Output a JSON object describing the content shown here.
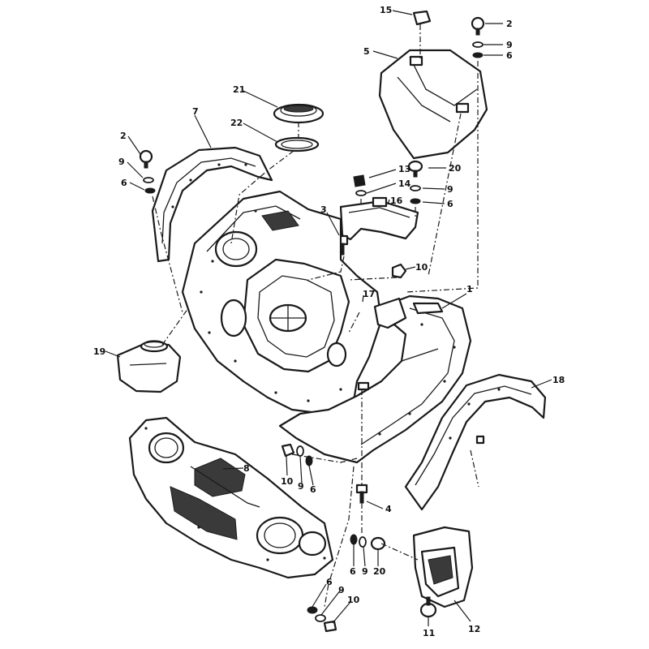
{
  "diagram": {
    "callouts": {
      "c15": "15",
      "c2a": "2",
      "c9a": "9",
      "c6a": "6",
      "c5": "5",
      "c21": "21",
      "c22": "22",
      "c7": "7",
      "c2b": "2",
      "c9b": "9",
      "c6b": "6",
      "c13": "13",
      "c14": "14",
      "c16": "16",
      "c20a": "20",
      "c9c": "9",
      "c6c": "6",
      "c3": "3",
      "c10a": "10",
      "c17": "17",
      "c1": "1",
      "c19": "19",
      "c18": "18",
      "c8": "8",
      "c10b": "10",
      "c9d": "9",
      "c6d": "6",
      "c4": "4",
      "c6e": "6",
      "c9e": "9",
      "c20b": "20",
      "c6f": "6",
      "c9f": "9",
      "c10c": "10",
      "c11": "11",
      "c12": "12"
    }
  }
}
